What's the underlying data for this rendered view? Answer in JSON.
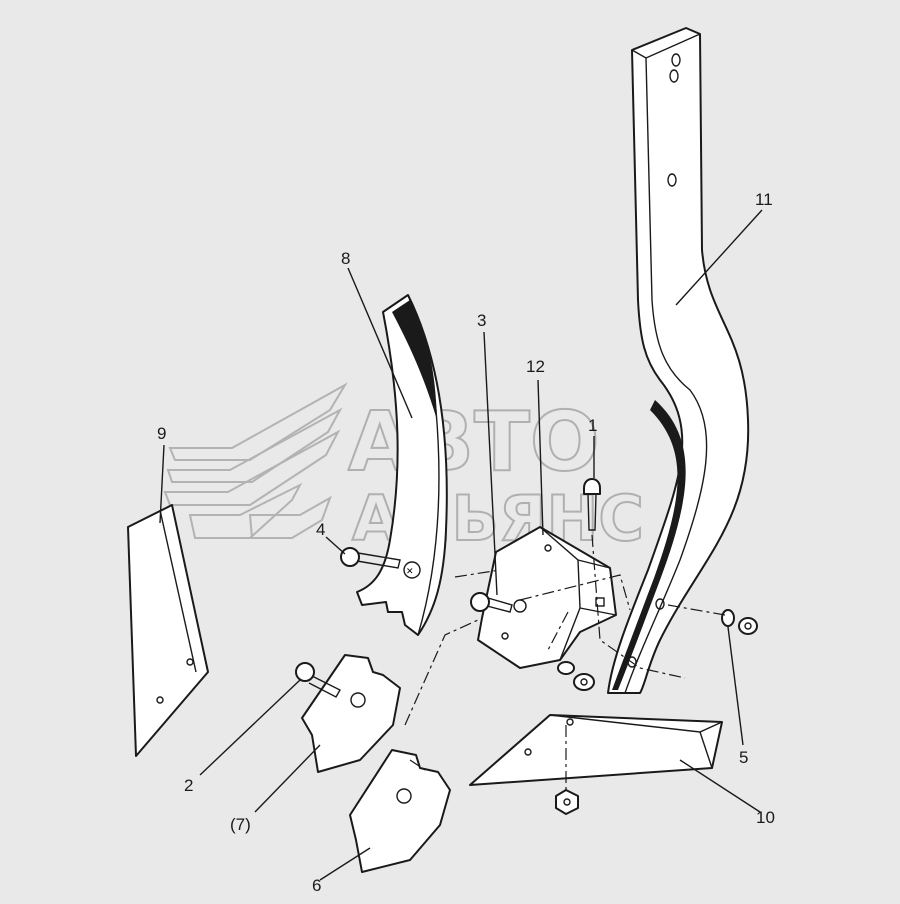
{
  "watermark": {
    "line1": "АВТО",
    "line2": "АЛЬЯНС"
  },
  "callouts": [
    {
      "id": "1",
      "text": "1"
    },
    {
      "id": "2",
      "text": "2"
    },
    {
      "id": "3",
      "text": "3"
    },
    {
      "id": "4",
      "text": "4"
    },
    {
      "id": "5",
      "text": "5"
    },
    {
      "id": "6",
      "text": "6"
    },
    {
      "id": "7",
      "text": "(7)"
    },
    {
      "id": "8",
      "text": "8"
    },
    {
      "id": "9",
      "text": "9"
    },
    {
      "id": "10",
      "text": "10"
    },
    {
      "id": "11",
      "text": "11"
    },
    {
      "id": "12",
      "text": "12"
    }
  ],
  "colors": {
    "background": "#e9e9e9",
    "line": "#1a1a1a",
    "watermark": "#b3b3b3"
  }
}
